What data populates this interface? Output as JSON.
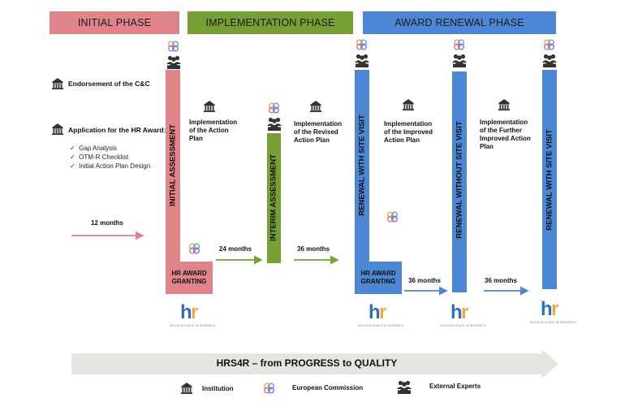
{
  "phases": {
    "initial": "INITIAL PHASE",
    "implementation": "IMPLEMENTATION PHASE",
    "renewal": "AWARD RENEWAL PHASE"
  },
  "left_panel": {
    "endorsement": "Endorsement of the C&C",
    "application": "Application for the HR Award:",
    "checklist": [
      "Gap Analysis",
      "OTM-R Checklist",
      "Initial Action Plan Design"
    ],
    "months_12": "12 months"
  },
  "stages": {
    "initial_assessment": "INITIAL ASSESSMENT",
    "interim_assessment": "INTERIM ASSESSMENT",
    "renewal_site_visit_1": "RENEWAL WITH SITE VISIT",
    "renewal_without_site_visit": "RENEWAL WITHOUT SITE VISIT",
    "renewal_site_visit_2": "RENEWAL WITH SITE VISIT"
  },
  "implementation_notes": {
    "impl_1": [
      "Implementation",
      "of the Action",
      "Plan"
    ],
    "impl_2": [
      "Implementation",
      "of the Revised",
      "Action Plan"
    ],
    "impl_3": [
      "Implementation",
      "of the Improved",
      "Action Plan"
    ],
    "impl_4": [
      "Implementation",
      "of the Further",
      "Improved Action",
      "Plan"
    ]
  },
  "grantings": {
    "first": [
      "HR AWARD",
      "GRANTING"
    ],
    "second": [
      "HR AWARD",
      "GRANTING"
    ]
  },
  "durations": {
    "d24": "24 months",
    "d36a": "36 months",
    "d36b": "36 months",
    "d36c": "36 months"
  },
  "hr_logo_tagline": "HR EXCELLENCE IN RESEARCH",
  "bottom_arrow": "HRS4R – from PROGRESS to QUALITY",
  "legend": {
    "institution": "Institution",
    "commission": "European Commission",
    "experts": "External Experts"
  },
  "colors": {
    "initial": "#e0848a",
    "implementation": "#77a033",
    "renewal": "#4b87d4",
    "arrow_gray": "#e6e6e1"
  },
  "icons": {
    "institution": "building-columns-icon",
    "commission": "colored-circles-icon",
    "experts": "experts-group-icon",
    "check": "checkmark-icon",
    "hr_logo": "hr-award-logo-icon"
  }
}
